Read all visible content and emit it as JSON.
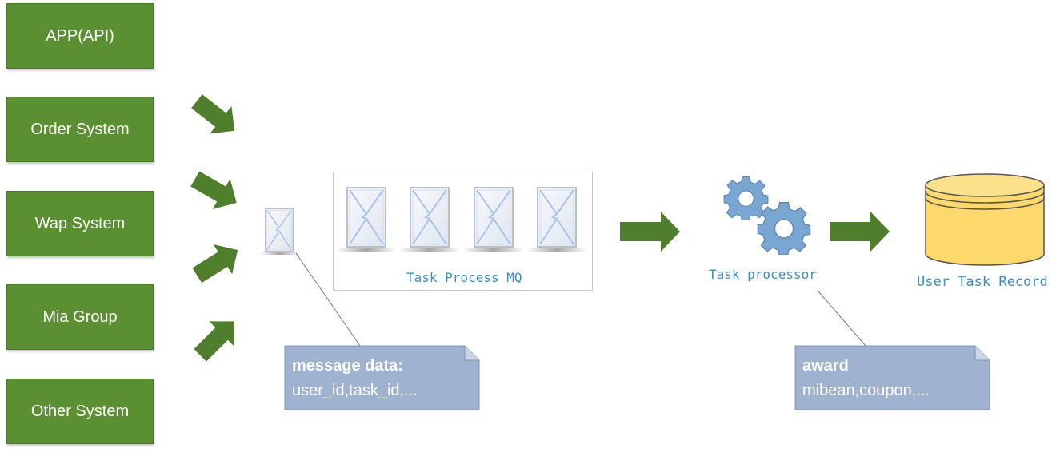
{
  "sources": [
    {
      "label": "APP(API)"
    },
    {
      "label": "Order System"
    },
    {
      "label": "Wap System"
    },
    {
      "label": "Mia Group"
    },
    {
      "label": "Other System"
    }
  ],
  "queue": {
    "label": "Task Process MQ"
  },
  "processor": {
    "label": "Task processor"
  },
  "database": {
    "label": "User Task Record"
  },
  "notes": {
    "message": {
      "title": "message data:",
      "body": "user_id,task_id,..."
    },
    "award": {
      "title": "award",
      "body": "mibean,coupon,..."
    }
  },
  "colors": {
    "source_fill": "#5a8f32",
    "arrow": "#4f7f2c",
    "note_fill": "#9fb3d0",
    "label_blue": "#3b8fc4",
    "db_fill": "#fdd86a"
  },
  "icons": [
    "envelope-icon",
    "gears-icon",
    "database-icon",
    "arrow-icon"
  ]
}
